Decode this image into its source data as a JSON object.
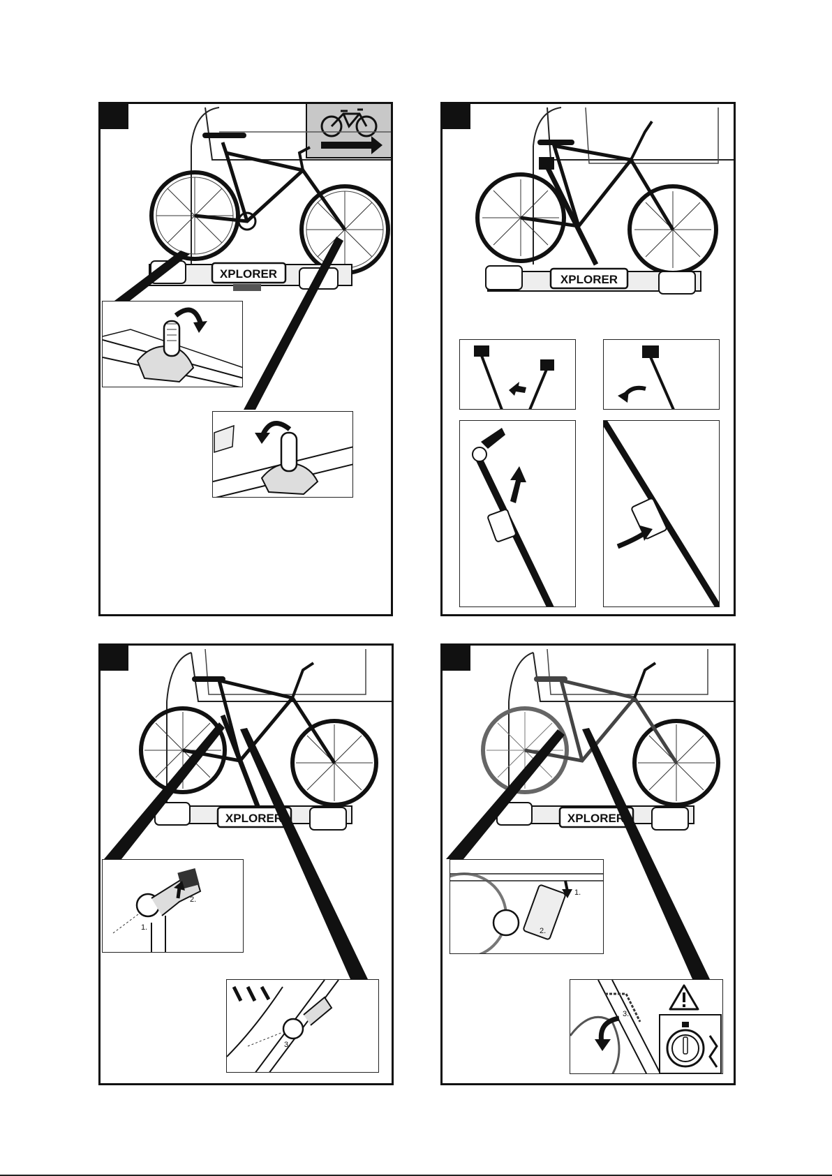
{
  "brand": {
    "plate_label": "XPLORER"
  },
  "panels": [
    {
      "id": "p1",
      "step": "",
      "badge": "bike-direction-badge"
    },
    {
      "id": "p2",
      "step": ""
    },
    {
      "id": "p3",
      "step": "",
      "callouts": [
        "1.",
        "2.",
        "3."
      ]
    },
    {
      "id": "p4",
      "step": "",
      "callouts": [
        "1.",
        "2.",
        "3."
      ]
    }
  ],
  "icons": {
    "bike": "bicycle-icon",
    "arrow": "arrow-right-icon",
    "rotate": "rotate-arrow-icon",
    "warning": "warning-triangle-icon",
    "lock": "lock-knob-icon"
  },
  "colors": {
    "ink": "#111111",
    "badge_bg": "#c8c8c8",
    "paper": "#ffffff"
  }
}
